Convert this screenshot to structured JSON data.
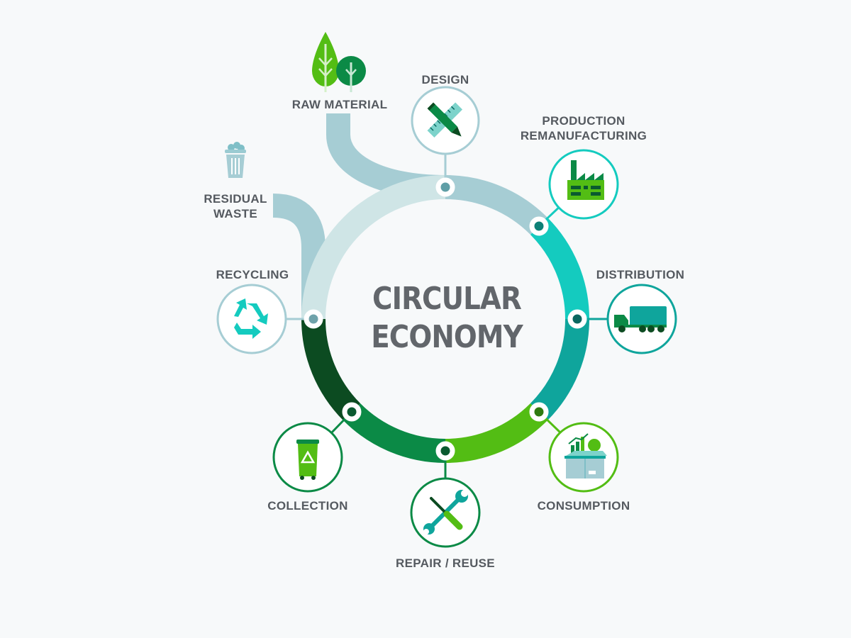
{
  "diagram": {
    "title_line1": "CIRCULAR",
    "title_line2": "ECONOMY",
    "stages": {
      "raw_material": "RAW MATERIAL",
      "design": "DESIGN",
      "production_line1": "PRODUCTION",
      "production_line2": "REMANUFACTURING",
      "distribution": "DISTRIBUTION",
      "consumption": "CONSUMPTION",
      "repair_reuse": "REPAIR / REUSE",
      "collection": "COLLECTION",
      "recycling": "RECYCLING",
      "residual_line1": "RESIDUAL",
      "residual_line2": "WASTE"
    },
    "icons": [
      "tree-icon",
      "trash-can-icon",
      "pencil-ruler-icon",
      "factory-icon",
      "truck-icon",
      "recycle-icon",
      "recycling-bin-icon",
      "wrench-screwdriver-icon",
      "box-money-icon"
    ],
    "colors": {
      "pale_blue": "#a6cdd4",
      "light_teal": "#cfe5e6",
      "teal": "#14cbbf",
      "dark_teal": "#0fa59c",
      "bright_green": "#53bd14",
      "green": "#0b8a46",
      "dark_green": "#0c4b21",
      "label_gray": "#555a60"
    }
  }
}
